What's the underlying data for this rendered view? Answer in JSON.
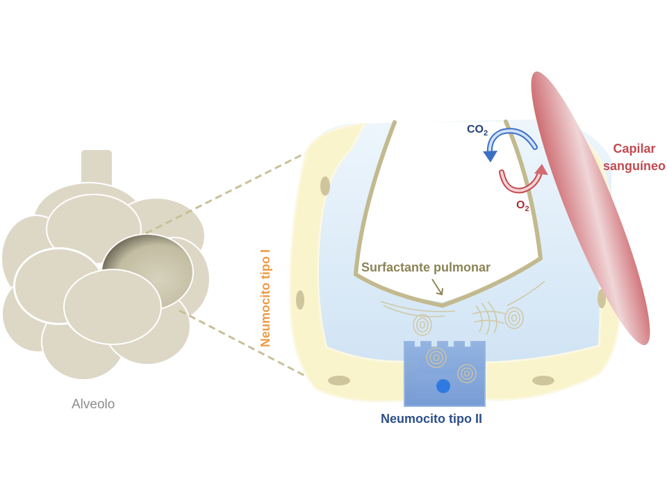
{
  "labels": {
    "alveolo": "Alveolo",
    "surfactante": "Surfactante pulmonar",
    "neumocito_tipo_2": "Neumocito tipo II",
    "neumocito_tipo_1": "Neumocito tipo I",
    "capilar_line1": "Capilar",
    "capilar_line2": "sanguíneo",
    "co2_base": "CO",
    "co2_sub": "2",
    "o2_base": "O",
    "o2_sub": "2"
  },
  "colors": {
    "alveolo_label": "#8c8c8c",
    "surfactante": "#8a8455",
    "neumocito_tipo_2": "#2c4f8a",
    "neumocito_tipo_1": "#ee9a45",
    "capilar": "#c04a50",
    "co2": "#1f3f7a",
    "o2": "#a3323a",
    "sac_fill": "#ddd8c6",
    "wall_fill": "#faf4cc",
    "alveolar_fluid": "#d6e8f6"
  }
}
